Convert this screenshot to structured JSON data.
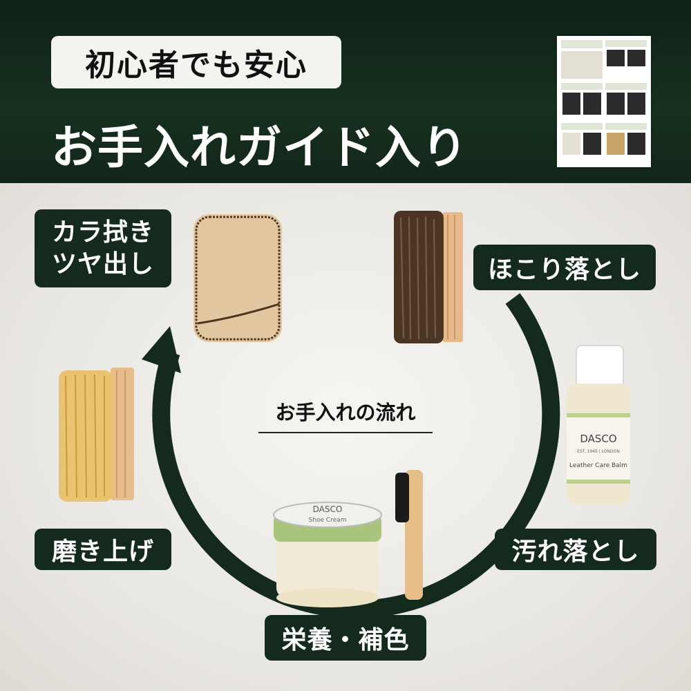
{
  "header": {
    "badge": "初心者でも安心",
    "headline": "お手入れガイド入り"
  },
  "flow": {
    "title": "お手入れの流れ",
    "steps": {
      "dust": "ほこり落とし",
      "clean": "汚れ落とし",
      "nourish": "栄養・補色",
      "polish": "磨き上げ",
      "shine_line1": "カラ拭き",
      "shine_line2": "ツヤ出し"
    }
  },
  "products": {
    "balm_brand": "DASCO",
    "balm_est": "EST. 1946 | LONDON",
    "balm_name": "Leather Care Balm",
    "cream_brand": "DASCO",
    "cream_name": "Shoe Cream"
  },
  "colors": {
    "header_bg": "#142a1d",
    "label_bg": "#142a1d",
    "accent_green": "#b9d48a"
  }
}
